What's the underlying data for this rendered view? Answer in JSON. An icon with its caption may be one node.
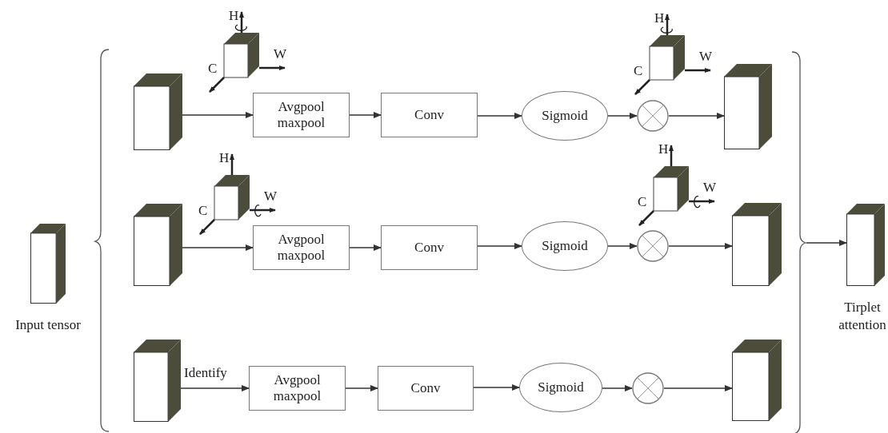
{
  "diagram": {
    "nodes": [
      {
        "text": [],
        "shape": "box",
        "beside": [
          "Input tensor"
        ]
      },
      {
        "text": [],
        "shape": "box"
      },
      {
        "text": [
          "Avgpool maxpool"
        ]
      },
      {
        "text": [
          "Conv"
        ]
      },
      {
        "text": [
          "Sigmoid"
        ]
      },
      {
        "text": [],
        "shape": "circle"
      },
      {
        "text": [],
        "shape": "box"
      },
      {
        "text": [],
        "shape": "box"
      },
      {
        "text": [
          "Avgpool maxpool"
        ]
      },
      {
        "text": [
          "Conv"
        ]
      },
      {
        "text": [
          "Sigmoid"
        ]
      },
      {
        "text": [],
        "shape": "circle"
      },
      {
        "text": [],
        "shape": "box"
      },
      {
        "text": [],
        "shape": "box"
      },
      {
        "text": [
          "Avgpool maxpool"
        ]
      },
      {
        "text": [
          "Conv"
        ]
      },
      {
        "text": [
          "Sigmoid"
        ]
      },
      {
        "text": [],
        "shape": "circle"
      },
      {
        "text": [],
        "shape": "box"
      },
      {
        "text": [],
        "shape": "bracket"
      },
      {
        "text": [],
        "shape": "box",
        "beside": [
          "Tirplet attention"
        ]
      }
    ],
    "edges": [
      {
        "from": 1,
        "to": 2,
        "arrow": "to"
      },
      {
        "from": 2,
        "to": 3,
        "arrow": "to"
      },
      {
        "from": 3,
        "to": 4,
        "arrow": "to"
      },
      {
        "from": 4,
        "to": 5,
        "arrow": "to"
      },
      {
        "from": 5,
        "to": 6,
        "arrow": "to"
      },
      {
        "from": 7,
        "to": 8,
        "arrow": "to"
      },
      {
        "from": 8,
        "to": 9,
        "arrow": "to"
      },
      {
        "from": 9,
        "to": 10,
        "arrow": "to"
      },
      {
        "from": 10,
        "to": 11,
        "arrow": "to"
      },
      {
        "from": 11,
        "to": 12,
        "arrow": "to"
      },
      {
        "from": 13,
        "to": 14,
        "label": "Identify",
        "arrow": "to"
      },
      {
        "from": 14,
        "to": 15,
        "arrow": "to"
      },
      {
        "from": 15,
        "to": 16,
        "arrow": "to"
      },
      {
        "from": 16,
        "to": 17,
        "arrow": "to"
      },
      {
        "from": 17,
        "to": 18,
        "arrow": "to"
      },
      {
        "from": 19,
        "to": 20,
        "arrow": "to"
      }
    ],
    "labels": [
      "H",
      "W",
      "C",
      "H",
      "W",
      "C",
      "H",
      "W",
      "C",
      "H",
      "W",
      "C"
    ]
  }
}
